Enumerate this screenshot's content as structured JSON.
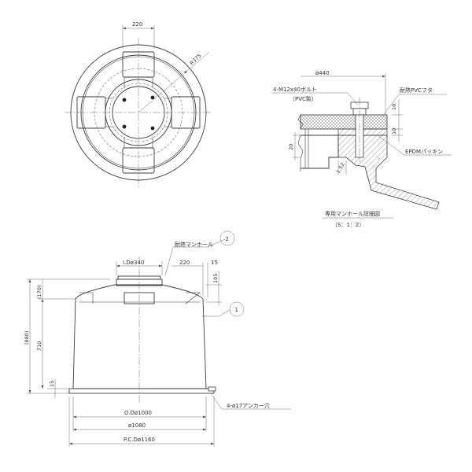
{
  "top_view": {
    "dim_width": "220",
    "dim_radius": "R375"
  },
  "detail": {
    "dim_outer_dia": "ø440",
    "bolt_label": "4-M12x40ボルト",
    "bolt_material": "（PVC製）",
    "lid_label": "耐熱PVCフタ",
    "gasket_label": "EPDMパッキン",
    "dim_ten_a": "10",
    "dim_ten_b": "10",
    "dim_twenty": "20",
    "dim_gap": "1.52",
    "caption_title": "専用マンホール詳細図",
    "caption_scale": "（S：1：2）"
  },
  "front_view": {
    "manhole_label": "耐熱マンホール",
    "callout_2": "2",
    "callout_1": "1",
    "dim_id340": "I.Dø340",
    "dim_220": "220",
    "dim_15_top": "15",
    "dim_105": "105",
    "dim_170": "(170)",
    "dim_880": "(880)",
    "dim_710": "710",
    "dim_15_bottom": "15",
    "dim_od1000": "O.Dø1000",
    "dim_1080": "ø1080",
    "dim_pcd1160": "P.C.Dø1160",
    "anchor_label": "4-ø17アンカー穴"
  },
  "colors": {
    "line": "#3a3a3a",
    "dimension": "#6a6a6a",
    "text": "#333333",
    "hatch": "#555555"
  }
}
